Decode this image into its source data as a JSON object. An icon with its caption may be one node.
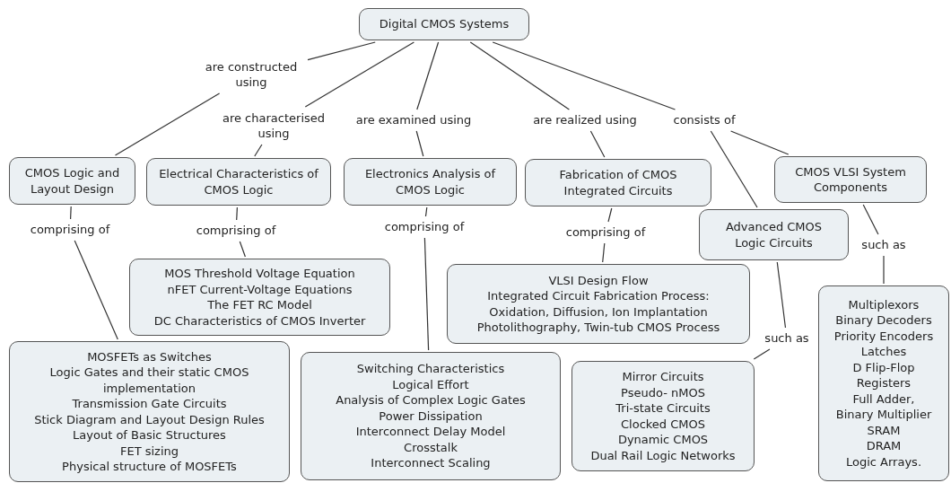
{
  "diagram": {
    "nodes": [
      {
        "text": [
          "Digital CMOS Systems"
        ]
      },
      {
        "text": [
          "are constructed using"
        ]
      },
      {
        "text": [
          "are characterised using"
        ]
      },
      {
        "text": [
          "are examined using"
        ]
      },
      {
        "text": [
          "are realized using"
        ]
      },
      {
        "text": [
          "consists of"
        ]
      },
      {
        "text": [
          "CMOS Logic and Layout Design"
        ]
      },
      {
        "text": [
          "Electrical Characteristics of  CMOS  Logic"
        ]
      },
      {
        "text": [
          "Electronics Analysis of CMOS Logic"
        ]
      },
      {
        "text": [
          "Fabrication of CMOS Integrated Circuits"
        ]
      },
      {
        "text": [
          "CMOS VLSI System Components"
        ]
      },
      {
        "text": [
          "Advanced CMOS Logic Circuits"
        ]
      },
      {
        "text": [
          "comprising of"
        ]
      },
      {
        "text": [
          "comprising of"
        ]
      },
      {
        "text": [
          "comprising of"
        ]
      },
      {
        "text": [
          "comprising of"
        ]
      },
      {
        "text": [
          "such as"
        ]
      },
      {
        "text": [
          "MOS Threshold Voltage Equation",
          "nFET Current-Voltage Equations",
          "The FET RC Model",
          "DC Characteristics of CMOS Inverter"
        ]
      },
      {
        "text": [
          "VLSI Design Flow",
          "Integrated Circuit Fabrication Process:",
          "Oxidation, Diffusion, Ion Implantation",
          "Photolithography, Twin-tub CMOS Process"
        ]
      },
      {
        "text": [
          "such as"
        ]
      },
      {
        "text": [
          "MOSFETs as Switches",
          "Logic Gates and their static CMOS implementation",
          "Transmission Gate Circuits",
          "Stick Diagram and Layout Design Rules",
          "Layout of Basic Structures",
          "FET sizing",
          "Physical structure of MOSFETs"
        ]
      },
      {
        "text": [
          "Switching Characteristics",
          "Logical Effort",
          "Analysis of  Complex  Logic Gates",
          "Power Dissipation",
          "Interconnect Delay Model",
          "Crosstalk",
          "Interconnect Scaling"
        ]
      },
      {
        "text": [
          "Mirror Circuits",
          "Pseudo- nMOS",
          "Tri-state Circuits",
          "Clocked CMOS",
          "Dynamic CMOS",
          "Dual Rail Logic Networks"
        ]
      },
      {
        "text": [
          "Multiplexors",
          "Binary Decoders",
          "Priority Encoders",
          "Latches",
          "D Flip-Flop",
          "Registers",
          "Full Adder,",
          "Binary Multiplier",
          "SRAM",
          "DRAM",
          "Logic Arrays."
        ]
      }
    ],
    "edges": [
      {
        "from": 0,
        "to": 1,
        "arrow": "none"
      },
      {
        "from": 1,
        "to": 6,
        "arrow": "none"
      },
      {
        "from": 0,
        "to": 2,
        "arrow": "none"
      },
      {
        "from": 2,
        "to": 7,
        "arrow": "none"
      },
      {
        "from": 0,
        "to": 3,
        "arrow": "none"
      },
      {
        "from": 3,
        "to": 8,
        "arrow": "none"
      },
      {
        "from": 0,
        "to": 4,
        "arrow": "none"
      },
      {
        "from": 4,
        "to": 9,
        "arrow": "none"
      },
      {
        "from": 0,
        "to": 5,
        "arrow": "none"
      },
      {
        "from": 5,
        "to": 11,
        "arrow": "none"
      },
      {
        "from": 5,
        "to": 10,
        "arrow": "none"
      },
      {
        "from": 6,
        "to": 12,
        "arrow": "none"
      },
      {
        "from": 12,
        "to": 20,
        "arrow": "none"
      },
      {
        "from": 7,
        "to": 13,
        "arrow": "none"
      },
      {
        "from": 13,
        "to": 17,
        "arrow": "none"
      },
      {
        "from": 8,
        "to": 14,
        "arrow": "none"
      },
      {
        "from": 14,
        "to": 21,
        "arrow": "none"
      },
      {
        "from": 9,
        "to": 15,
        "arrow": "none"
      },
      {
        "from": 15,
        "to": 18,
        "arrow": "none"
      },
      {
        "from": 10,
        "to": 16,
        "arrow": "none"
      },
      {
        "from": 16,
        "to": 23,
        "arrow": "none"
      },
      {
        "from": 11,
        "to": 19,
        "arrow": "none"
      },
      {
        "from": 19,
        "to": 22,
        "arrow": "none"
      }
    ]
  }
}
